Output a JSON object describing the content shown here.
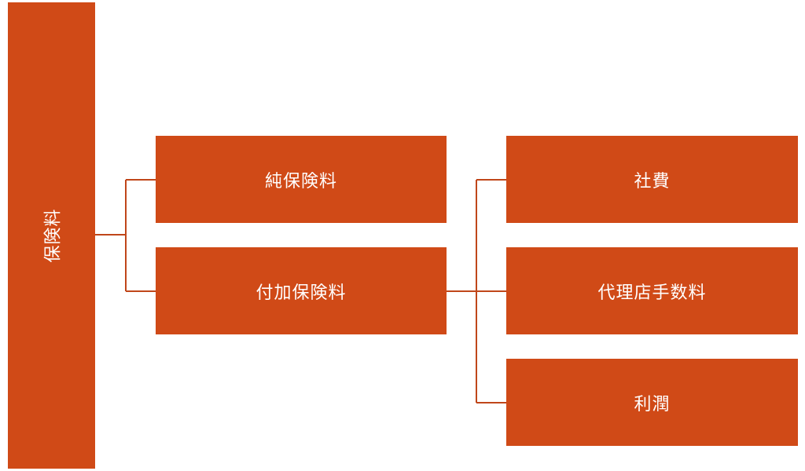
{
  "diagram": {
    "root": {
      "label": "保険料"
    },
    "level1": [
      {
        "label": "純保険料"
      },
      {
        "label": "付加保険料"
      }
    ],
    "level2": [
      {
        "label": "社費"
      },
      {
        "label": "代理店手数料"
      },
      {
        "label": "利潤"
      }
    ]
  },
  "colors": {
    "box_fill": "#D04A17",
    "connector": "#C0461A",
    "text": "#FFFFFF"
  }
}
